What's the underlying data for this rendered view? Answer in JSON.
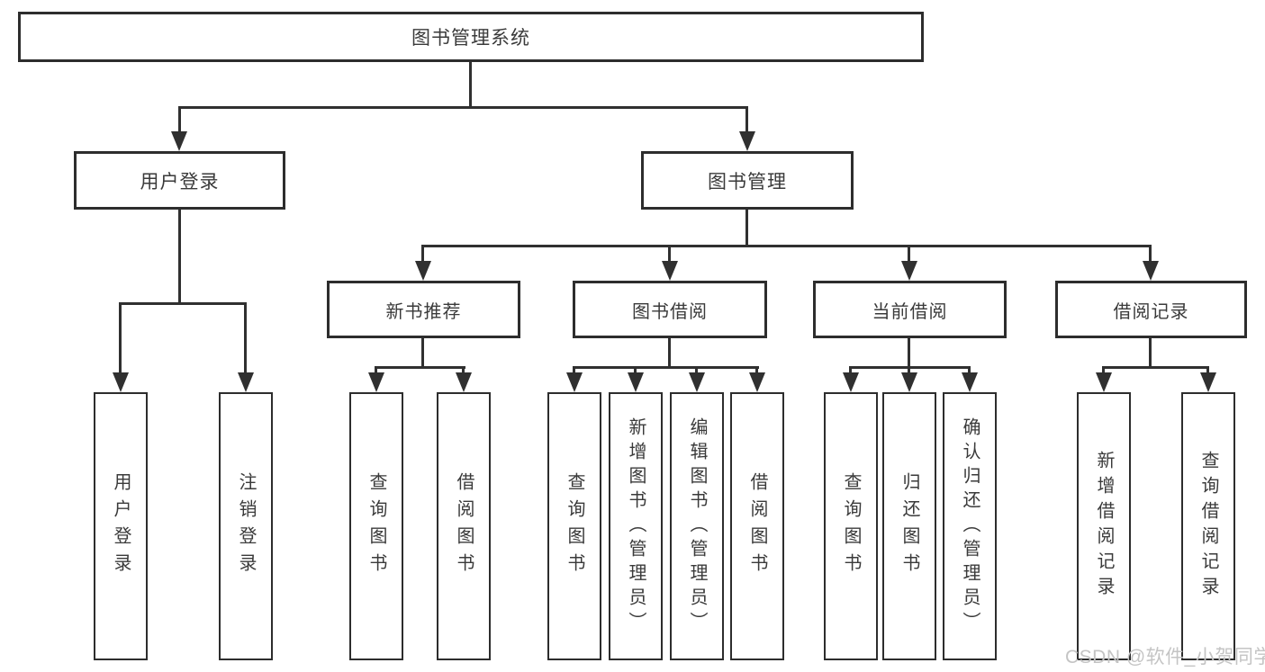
{
  "diagram": {
    "tree": {
      "label": "图书管理系统",
      "children": [
        {
          "label": "用户登录",
          "children": [
            {
              "label": "用户登录"
            },
            {
              "label": "注销登录"
            }
          ]
        },
        {
          "label": "图书管理",
          "children": [
            {
              "label": "新书推荐",
              "children": [
                {
                  "label": "查询图书"
                },
                {
                  "label": "借阅图书"
                }
              ]
            },
            {
              "label": "图书借阅",
              "children": [
                {
                  "label": "查询图书"
                },
                {
                  "label": "新增图书（管理员）"
                },
                {
                  "label": "编辑图书（管理员）"
                },
                {
                  "label": "借阅图书"
                }
              ]
            },
            {
              "label": "当前借阅",
              "children": [
                {
                  "label": "查询图书"
                },
                {
                  "label": "归还图书"
                },
                {
                  "label": "确认归还（管理员）"
                }
              ]
            },
            {
              "label": "借阅记录",
              "children": [
                {
                  "label": "新增借阅记录"
                },
                {
                  "label": "查询借阅记录"
                }
              ]
            }
          ]
        }
      ]
    }
  },
  "watermark": {
    "text": "CSDN @软件_小贺同学"
  },
  "colors": {
    "line": "#303030",
    "box_border": "#2d2d2d",
    "text": "#3a3a3a",
    "watermark": "#c4c4c4",
    "background": "#ffffff"
  }
}
